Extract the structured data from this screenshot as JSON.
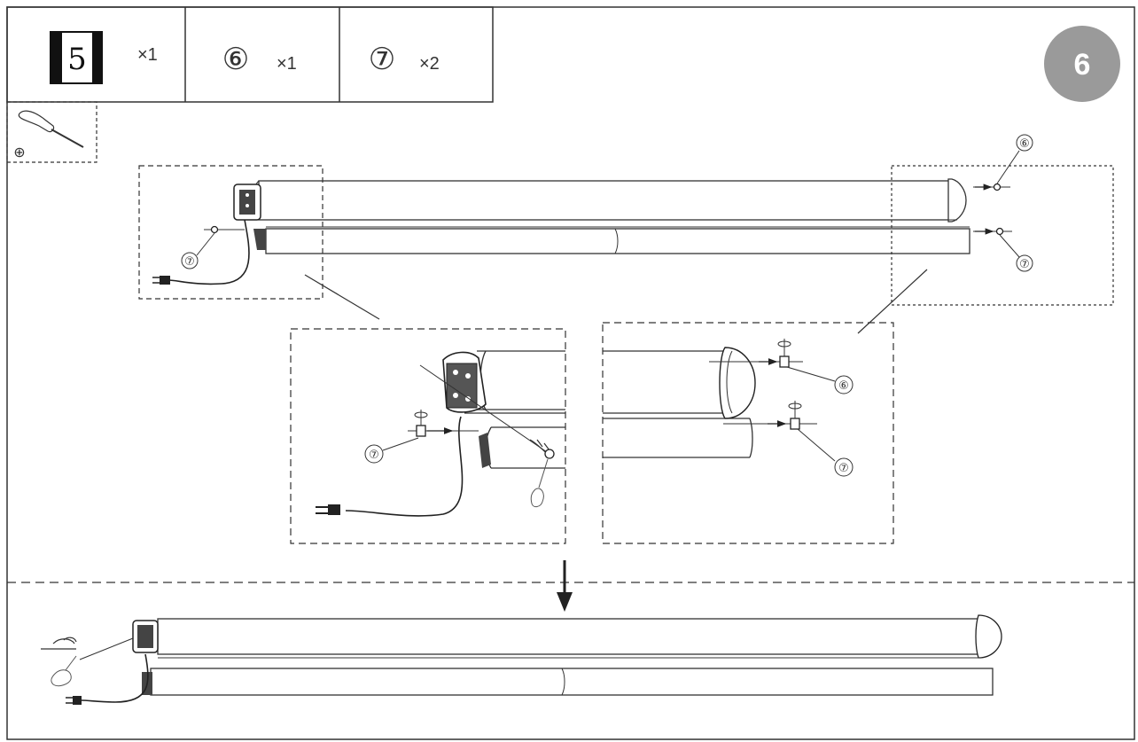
{
  "step_number": "6",
  "parts": [
    {
      "id": "5",
      "qty": "×1",
      "style": "boxed"
    },
    {
      "id": "⑥",
      "qty": "×1",
      "style": "circled"
    },
    {
      "id": "⑦",
      "qty": "×2",
      "style": "circled"
    }
  ],
  "tool_icon": "phillips-screwdriver-icon",
  "tool_symbol": "⊕",
  "callouts": {
    "top_left_part": "⑦",
    "top_right_upper": "⑥",
    "top_right_lower": "⑦",
    "detail_left_part": "⑦",
    "detail_right_upper": "⑥",
    "detail_right_lower": "⑦"
  }
}
